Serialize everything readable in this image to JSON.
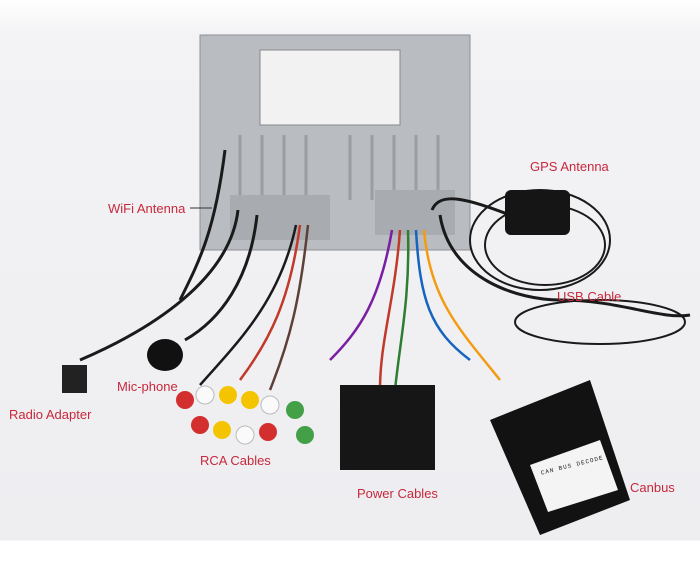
{
  "labels": {
    "gps_antenna": "GPS Antenna",
    "wifi_antenna": "WiFi Antenna",
    "usb_cable": "USB Cable",
    "mic_phone": "Mic-phone",
    "radio_adapter": "Radio Adapter",
    "rca_cables": "RCA Cables",
    "power_cables": "Power Cables",
    "canbus": "Canbus"
  },
  "canbus_box_label": "CAN BUS DECODE",
  "colors": {
    "label": "#c8283c",
    "unit": "#b9bcc0",
    "cable": "#1a1a1a"
  }
}
